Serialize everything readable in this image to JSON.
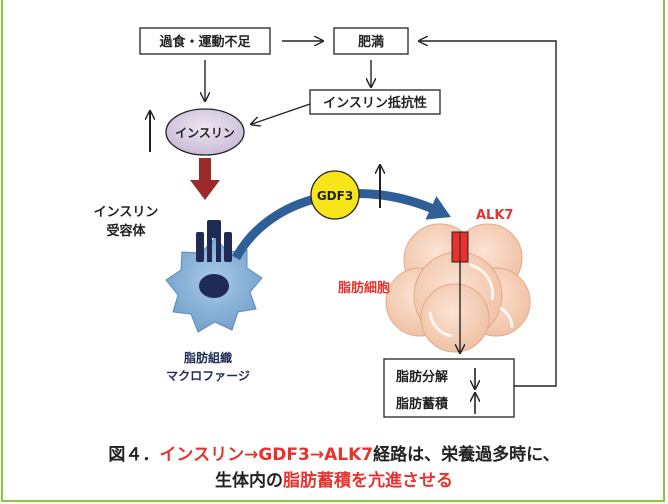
{
  "boxes": {
    "overeating": "過食・運動不足",
    "obesity": "肥満",
    "insulin_resistance": "インスリン抵抗性",
    "lipolysis": "脂肪分解",
    "fat_accumulation": "脂肪蓄積"
  },
  "nodes": {
    "insulin": "インスリン",
    "gdf3": "GDF3",
    "alk7": "ALK7",
    "insulin_receptor_line1": "インスリン",
    "insulin_receptor_line2": "受容体",
    "adipocyte": "脂肪細胞",
    "macrophage_line1": "脂肪組織",
    "macrophage_line2": "マクロファージ"
  },
  "caption": {
    "line1_prefix": "図４．",
    "line1_red": "インスリン→GDF3→ALK7",
    "line1_suffix": "経路は、栄養過多時に、",
    "line2_prefix": "生体内の",
    "line2_red": "脂肪蓄積を亢進させる"
  },
  "colors": {
    "border": "#8dc63f",
    "insulin_fill": "#d9cfe3",
    "gdf3_fill": "#f7e51a",
    "receptor": "#1f2a56",
    "macrophage": "#7faed4",
    "adipocyte": "#f4cdb4",
    "alk7": "#e8322e",
    "brown_arrow": "#9b2a2a",
    "blue_arrow": "#2e5f97",
    "accent_red": "#e8322e"
  }
}
